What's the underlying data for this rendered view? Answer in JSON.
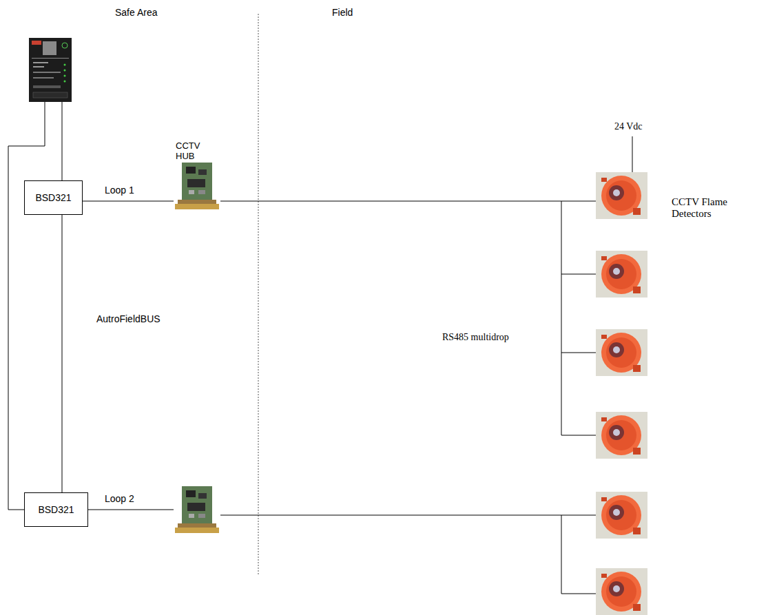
{
  "diagram": {
    "nodes": [
      {
        "text": [
          "BSD321"
        ]
      },
      {
        "text": [
          "BSD321"
        ]
      },
      {
        "text": [
          "CCTV HUB"
        ]
      },
      {
        "text": [
          "CCTV Flame Detectors"
        ]
      }
    ],
    "edges": [
      {
        "from": 0,
        "to": 1,
        "arrow": "none",
        "label": "AutroFieldBUS"
      },
      {
        "from": 0,
        "to": 2,
        "arrow": "none",
        "label": "Loop 1"
      },
      {
        "from": 2,
        "to": 3,
        "arrow": "none"
      }
    ],
    "labels": [
      "Safe Area",
      "Field",
      "24 Vdc",
      "RS485 multidrop",
      "Loop 2"
    ]
  }
}
